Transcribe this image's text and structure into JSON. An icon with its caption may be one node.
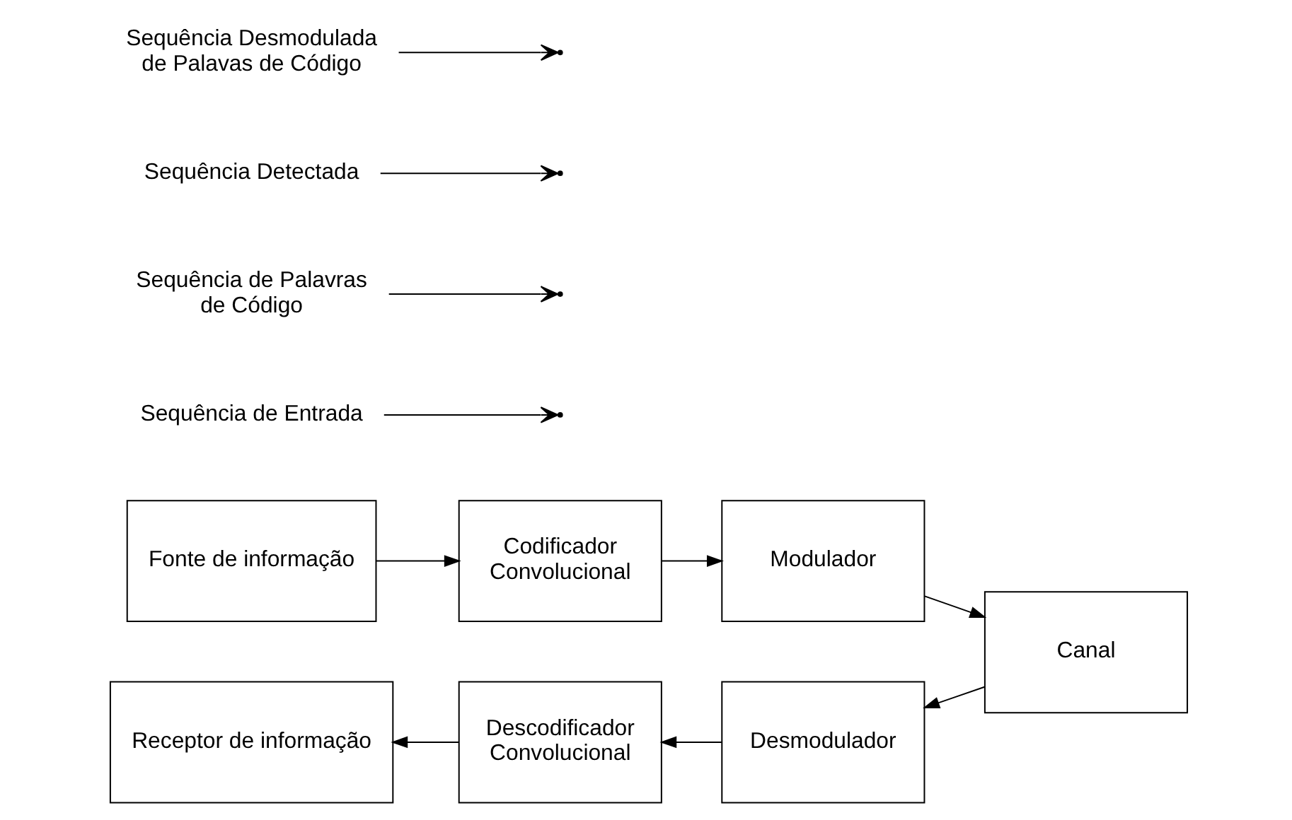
{
  "diagram": {
    "nodes": [
      {
        "text": [
          "Fonte de informação"
        ]
      },
      {
        "text": [
          "Codificador Convolucional"
        ]
      },
      {
        "text": [
          "Modulador"
        ]
      },
      {
        "text": [
          "Canal"
        ]
      },
      {
        "text": [
          "Desmodulador"
        ]
      },
      {
        "text": [
          "Descodificador Convolucional"
        ]
      },
      {
        "text": [
          "Receptor de informação"
        ]
      },
      {
        "text": [
          "Sequência de Entrada"
        ]
      },
      {
        "text": [
          "Sequência de Palavras de Código"
        ]
      },
      {
        "text": [
          "Sequência Detectada"
        ]
      },
      {
        "text": [
          "Sequência Desmodulada de Palavas de Código"
        ]
      }
    ],
    "edges": [
      {
        "from": 0,
        "to": 1,
        "arrow": "to"
      },
      {
        "from": 1,
        "to": 2,
        "arrow": "to"
      },
      {
        "from": 2,
        "to": 3,
        "arrow": "to"
      },
      {
        "from": 3,
        "to": 4,
        "arrow": "to"
      },
      {
        "from": 4,
        "to": 5,
        "arrow": "to"
      },
      {
        "from": 5,
        "to": 6,
        "arrow": "to"
      },
      {
        "from": 7,
        "to": null,
        "arrow": "to"
      },
      {
        "from": 8,
        "to": null,
        "arrow": "to"
      },
      {
        "from": 9,
        "to": null,
        "arrow": "to"
      },
      {
        "from": 10,
        "to": null,
        "arrow": "to"
      }
    ]
  }
}
